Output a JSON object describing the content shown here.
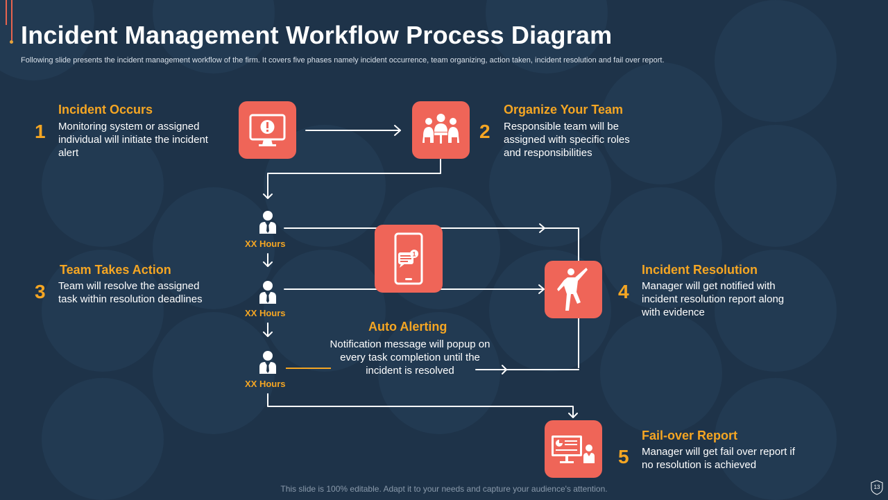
{
  "title": "Incident Management Workflow Process Diagram",
  "subtitle": "Following slide presents the incident management workflow of the firm. It covers five phases namely incident occurrence, team organizing, action taken, incident resolution and fail over report.",
  "phases": [
    {
      "number": "1",
      "heading": "Incident Occurs",
      "description": "Monitoring system or assigned individual will initiate the incident alert",
      "icon": "monitor-alert-icon"
    },
    {
      "number": "2",
      "heading": "Organize Your Team",
      "description": "Responsible team will be assigned with specific roles and responsibilities",
      "icon": "team-meeting-icon"
    },
    {
      "number": "3",
      "heading": "Team Takes Action",
      "description": "Team will resolve the assigned task within resolution deadlines",
      "icon": "person-icon"
    },
    {
      "number": "4",
      "heading": "Incident Resolution",
      "description": "Manager will get notified with incident resolution report along with evidence",
      "icon": "celebrating-person-icon"
    },
    {
      "number": "5",
      "heading": "Fail-over Report",
      "description": "Manager will get fail over report if no resolution is achieved",
      "icon": "presentation-report-icon"
    }
  ],
  "auto_alerting": {
    "heading": "Auto Alerting",
    "description": "Notification message will popup on every task completion until the incident is resolved",
    "icon": "mobile-notification-icon"
  },
  "hours_labels": [
    "XX Hours",
    "XX Hours",
    "XX Hours"
  ],
  "footer": "This slide is 100% editable. Adapt it to your needs and capture your audience's attention.",
  "page_number": "13",
  "colors": {
    "background": "#1e3349",
    "accent_orange": "#f5a623",
    "tile_red": "#ef6558",
    "text_white": "#ffffff"
  }
}
